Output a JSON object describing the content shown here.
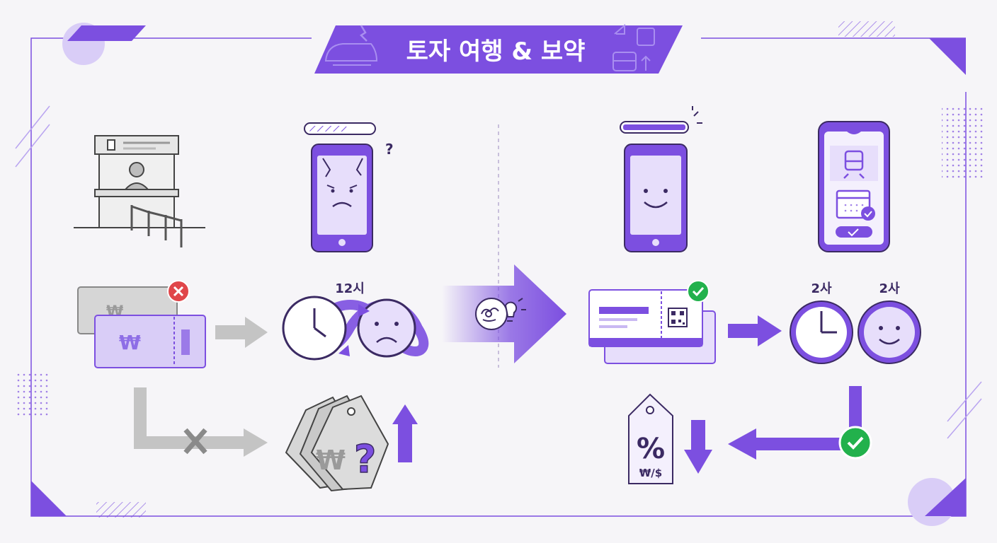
{
  "title": "토자 여행 & 보약",
  "labels": {
    "clock_left": "12시",
    "clock_right_a": "2사",
    "clock_right_b": "2사",
    "price_tag": "%",
    "currency_swap": "₩/$",
    "won_symbol": "₩",
    "question_mark": "?"
  },
  "colors": {
    "accent": "#7c4fe0",
    "accent_light": "#d9cdf7",
    "accent_pale": "#ece6fb",
    "gray": "#bdbdbd",
    "ink": "#3b2a63",
    "error": "#e0464a",
    "success": "#22b14c"
  },
  "icons": [
    "ticket-booth-icon",
    "broken-phone-icon",
    "ticket-rejected-icon",
    "infinite-clock-icon",
    "price-tag-question-icon",
    "brain-lightbulb-icon",
    "happy-phone-icon",
    "booking-app-icon",
    "confirmed-ticket-icon",
    "happy-clock-icon",
    "discount-tag-icon",
    "check-icon"
  ],
  "loading_progress": {
    "left_phone": 0.6,
    "right_phone": 1.0
  }
}
